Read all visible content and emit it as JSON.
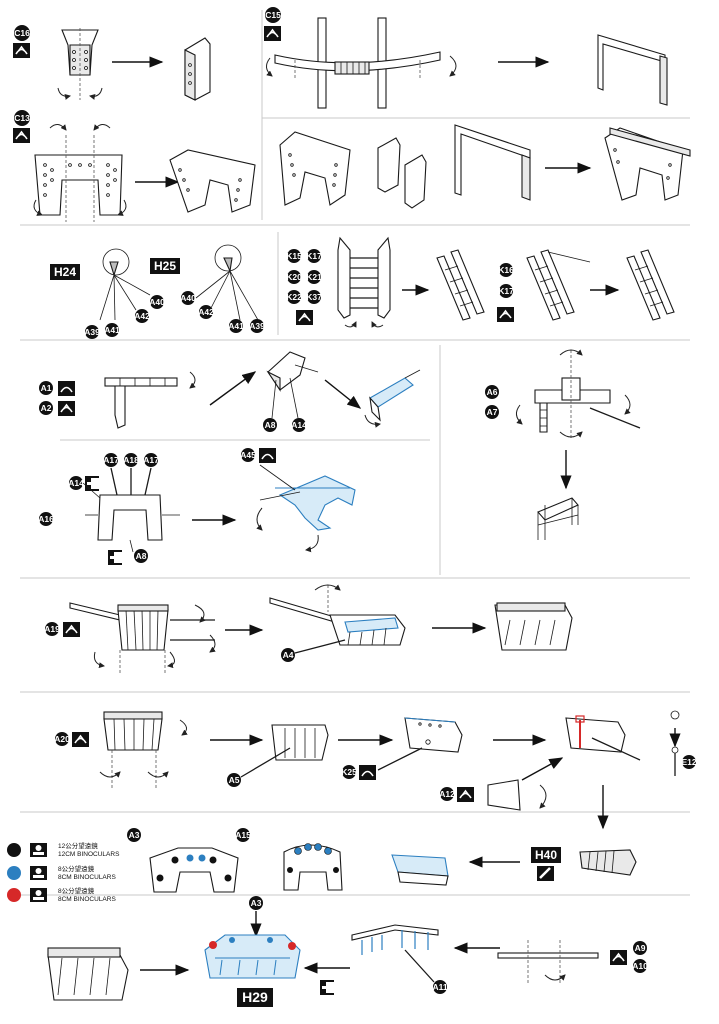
{
  "labels": {
    "c16": "C16",
    "c13": "C13",
    "c15": "C15",
    "h24": "H24",
    "h25": "H25",
    "a39a": "A39",
    "a41a": "A41",
    "a42a": "A42",
    "a40a": "A40",
    "a40b": "A40",
    "a42b": "A42",
    "a41b": "A41",
    "a39b": "A39",
    "k15": "K15",
    "k17": "K17",
    "k20": "K20",
    "k21": "K21",
    "k22": "K22",
    "k37": "K37",
    "k16": "K16",
    "k17b": "K17",
    "a1": "A1",
    "a2": "A2",
    "a8a": "A8",
    "a14a": "A14",
    "a6": "A6",
    "a7": "A7",
    "a17a": "A17",
    "a18": "A18",
    "a17b": "A17",
    "a14b": "A14",
    "a16": "A16",
    "a8b": "A8",
    "a45": "A45",
    "a19": "A19",
    "a4": "A4",
    "a20": "A20",
    "a5": "A5",
    "k25": "K25",
    "a12": "A12",
    "e12": "E12",
    "h40": "H40",
    "a3": "A3",
    "a15": "A15",
    "a3b": "A3",
    "a11": "A11",
    "a9": "A9",
    "a10": "A10",
    "h29": "H29"
  },
  "legend": [
    {
      "color": "#111111",
      "cn": "12公分望遠鏡",
      "en": "12CM BINOCULARS"
    },
    {
      "color": "#2c7fc0",
      "cn": "8公分望遠鏡",
      "en": "8CM BINOCULARS"
    },
    {
      "color": "#d62828",
      "cn": "8公分望遠鏡",
      "en": "8CM BINOCULARS"
    }
  ],
  "colors": {
    "ink": "#111111",
    "blue": "#2c7fc0",
    "red": "#d62828"
  },
  "icons": {
    "glue": "glue-icon",
    "flip": "flip-over-icon",
    "cement": "cement-icon",
    "binocular": "binocular-icon"
  }
}
